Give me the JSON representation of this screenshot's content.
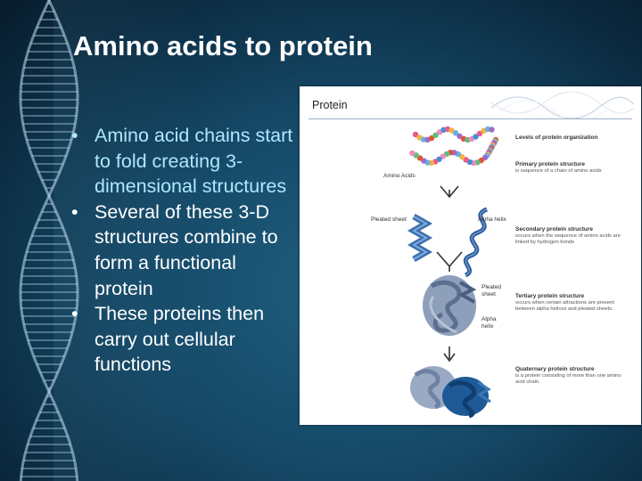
{
  "slide": {
    "title": "Amino acids to protein",
    "bullets": [
      "Amino acid chains start to fold creating 3-dimensional structures",
      "Several of these 3-D structures combine to form a functional protein",
      "These proteins then carry out cellular functions"
    ],
    "bullet_glyph": "•"
  },
  "figure": {
    "title": "Protein",
    "labels": {
      "amino_acids": "Amino Acids",
      "pleated_sheet": "Pleated sheet",
      "alpha_helix": "Alpha helix",
      "tertiary_pleated": "Pleated sheet",
      "tertiary_alpha": "Alpha helix"
    },
    "levels_heading": "Levels of protein organization",
    "levels": [
      {
        "name": "Primary protein structure",
        "desc": "is sequence of a chain of amino acids"
      },
      {
        "name": "Secondary protein structure",
        "desc": "occurs when the sequence of amino acids are linked by hydrogen bonds"
      },
      {
        "name": "Tertiary protein structure",
        "desc": "occurs when certain attractions are present between alpha helices and pleated sheets."
      },
      {
        "name": "Quaternary protein structure",
        "desc": "is a protein consisting of more than one amino acid chain."
      }
    ]
  },
  "colors": {
    "background": "#154866",
    "title_text": "#ffffff",
    "first_bullet": "#aee8ff",
    "bullet_text": "#ffffff",
    "protein_blue": "#2a5a9a",
    "tertiary_gray": "#7d8faa"
  }
}
